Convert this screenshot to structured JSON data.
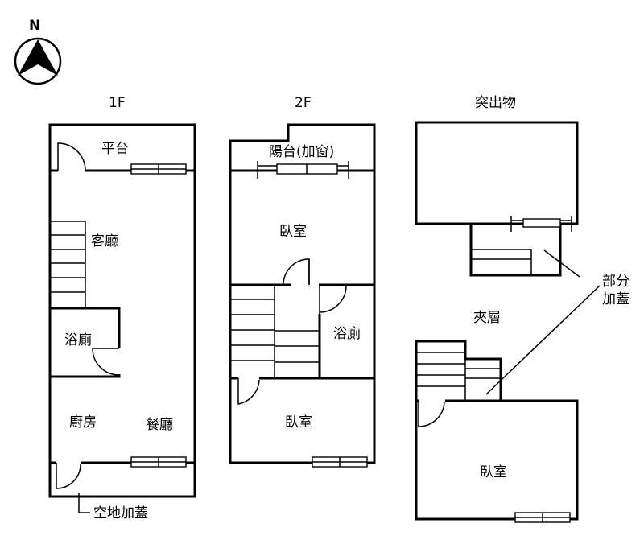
{
  "compass": {
    "north_label": "N",
    "icon": "north-arrow-icon"
  },
  "floors": {
    "f1": {
      "title": "1F",
      "rooms": {
        "platform": "平台",
        "living": "客廳",
        "bath": "浴廁",
        "kitchen": "廚房",
        "dining": "餐廳"
      },
      "note": "空地加蓋"
    },
    "f2": {
      "title": "2F",
      "rooms": {
        "balcony": "陽台(加窗)",
        "bedroom_front": "臥室",
        "bath": "浴廁",
        "bedroom_back": "臥室"
      }
    },
    "roof": {
      "title": "突出物",
      "note_line1": "部分",
      "note_line2": "加蓋"
    },
    "mezzanine": {
      "title": "夾層",
      "rooms": {
        "bedroom": "臥室"
      }
    }
  }
}
